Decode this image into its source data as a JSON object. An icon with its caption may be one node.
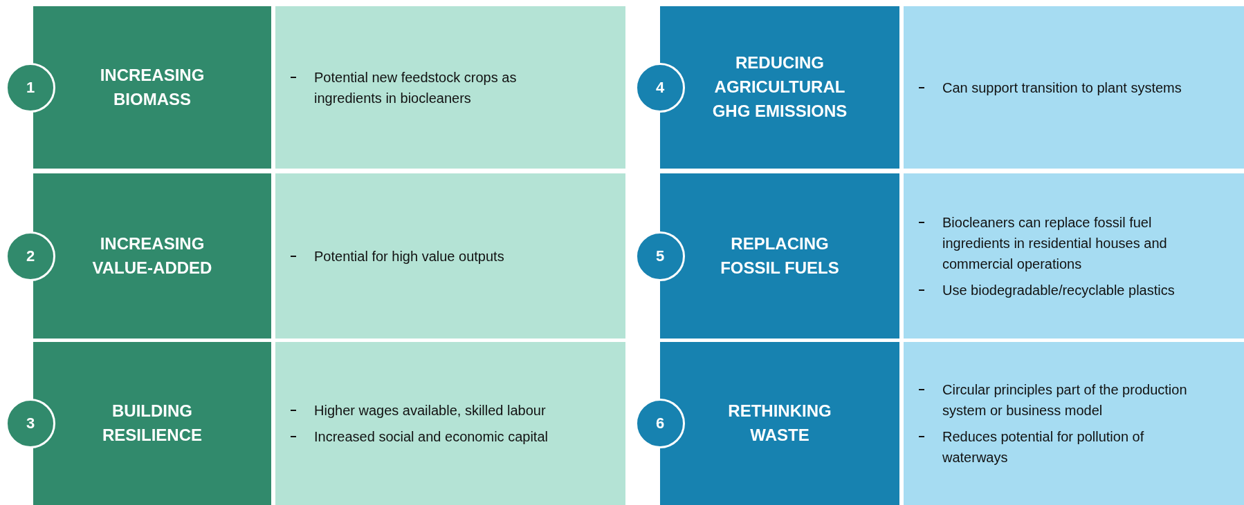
{
  "diagram": {
    "nodes": [
      {
        "text": [
          "1"
        ]
      },
      {
        "text": [
          "INCREASING BIOMASS"
        ]
      },
      {
        "text": [
          "Potential new feedstock crops as ingredients in biocleaners"
        ]
      },
      {
        "text": [
          "4"
        ]
      },
      {
        "text": [
          "REDUCING AGRICULTURAL GHG EMISSIONS"
        ]
      },
      {
        "text": [
          "Can support transition to plant systems"
        ]
      },
      {
        "text": [
          "2"
        ]
      },
      {
        "text": [
          "INCREASING VALUE-ADDED"
        ]
      },
      {
        "text": [
          "Potential for high value outputs"
        ]
      },
      {
        "text": [
          "5"
        ]
      },
      {
        "text": [
          "REPLACING FOSSIL FUELS"
        ]
      },
      {
        "text": [
          "Biocleaners can replace fossil fuel ingredients in residential houses and commercial operations",
          "Use biodegradable/recyclable plastics"
        ]
      },
      {
        "text": [
          "3"
        ]
      },
      {
        "text": [
          "BUILDING RESILIENCE"
        ]
      },
      {
        "text": [
          "Higher wages available, skilled labour",
          "Increased social and economic capital"
        ]
      },
      {
        "text": [
          "6"
        ]
      },
      {
        "text": [
          "RETHINKING WASTE"
        ]
      },
      {
        "text": [
          "Circular principles part of the production system or business model",
          "Reduces potential for pollution of waterways"
        ]
      }
    ]
  }
}
